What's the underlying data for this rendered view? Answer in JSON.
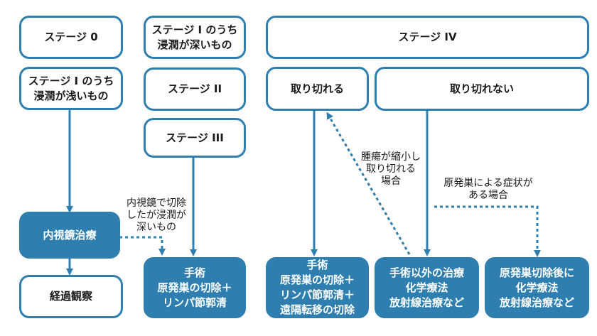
{
  "colors": {
    "accent": "#2e7fb0",
    "text": "#1a1a1a",
    "background": "#ffffff"
  },
  "boxes": {
    "stage0": "ステージ 0",
    "stage1_shallow": "ステージ Ⅰ のうち\n浸潤が浅いもの",
    "stage1_deep": "ステージ Ⅰ のうち\n浸潤が深いもの",
    "stage2": "ステージ II",
    "stage3": "ステージ III",
    "stage4": "ステージ IV",
    "resectable": "取り切れる",
    "unresectable": "取り切れない",
    "endoscopic": "内視鏡治療",
    "follow_up": "経過観察",
    "surgery_a": "手術\n原発巣の切除＋\nリンパ節郭清",
    "surgery_b": "手術\n原発巣の切除＋\nリンパ節郭清＋\n遠隔転移の切除",
    "non_surgical": "手術以外の治療\n化学療法\n放射線治療など",
    "post_resection": "原発巣切除後に\n化学療法\n放射線治療など"
  },
  "notes": {
    "deep_invasion": "内視鏡で切除\nしたが浸潤が\n深いもの",
    "tumor_shrink": "腫瘍が縮小し\n取り切れる\n場合",
    "symptoms": "原発巣による症状が\nある場合"
  }
}
